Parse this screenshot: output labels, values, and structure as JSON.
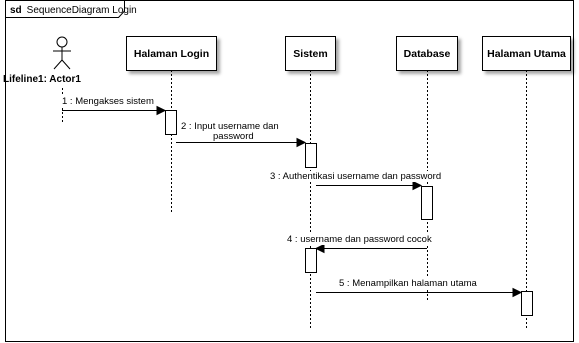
{
  "frame": {
    "keyword": "sd",
    "name": "SequenceDiagram Login"
  },
  "actor": {
    "name": "Lifeline1: Actor1",
    "icon": "stick-figure-icon"
  },
  "lifelines": [
    {
      "id": "halaman-login",
      "label": "Halaman Login"
    },
    {
      "id": "sistem",
      "label": "Sistem"
    },
    {
      "id": "database",
      "label": "Database"
    },
    {
      "id": "halaman-utama",
      "label": "Halaman Utama"
    }
  ],
  "messages": [
    {
      "label": "1 : Mengakses sistem",
      "from": "Lifeline1: Actor1",
      "to": "Halaman Login"
    },
    {
      "label_line1": "2 : Input username dan",
      "label_line2": "password",
      "from": "Halaman Login",
      "to": "Sistem"
    },
    {
      "label": "3 : Authentikasi username dan password",
      "from": "Sistem",
      "to": "Database"
    },
    {
      "label": "4 : username dan password cocok",
      "from": "Database",
      "to": "Sistem"
    },
    {
      "label": "5 : Menampilkan halaman utama",
      "from": "Sistem",
      "to": "Halaman Utama"
    }
  ]
}
